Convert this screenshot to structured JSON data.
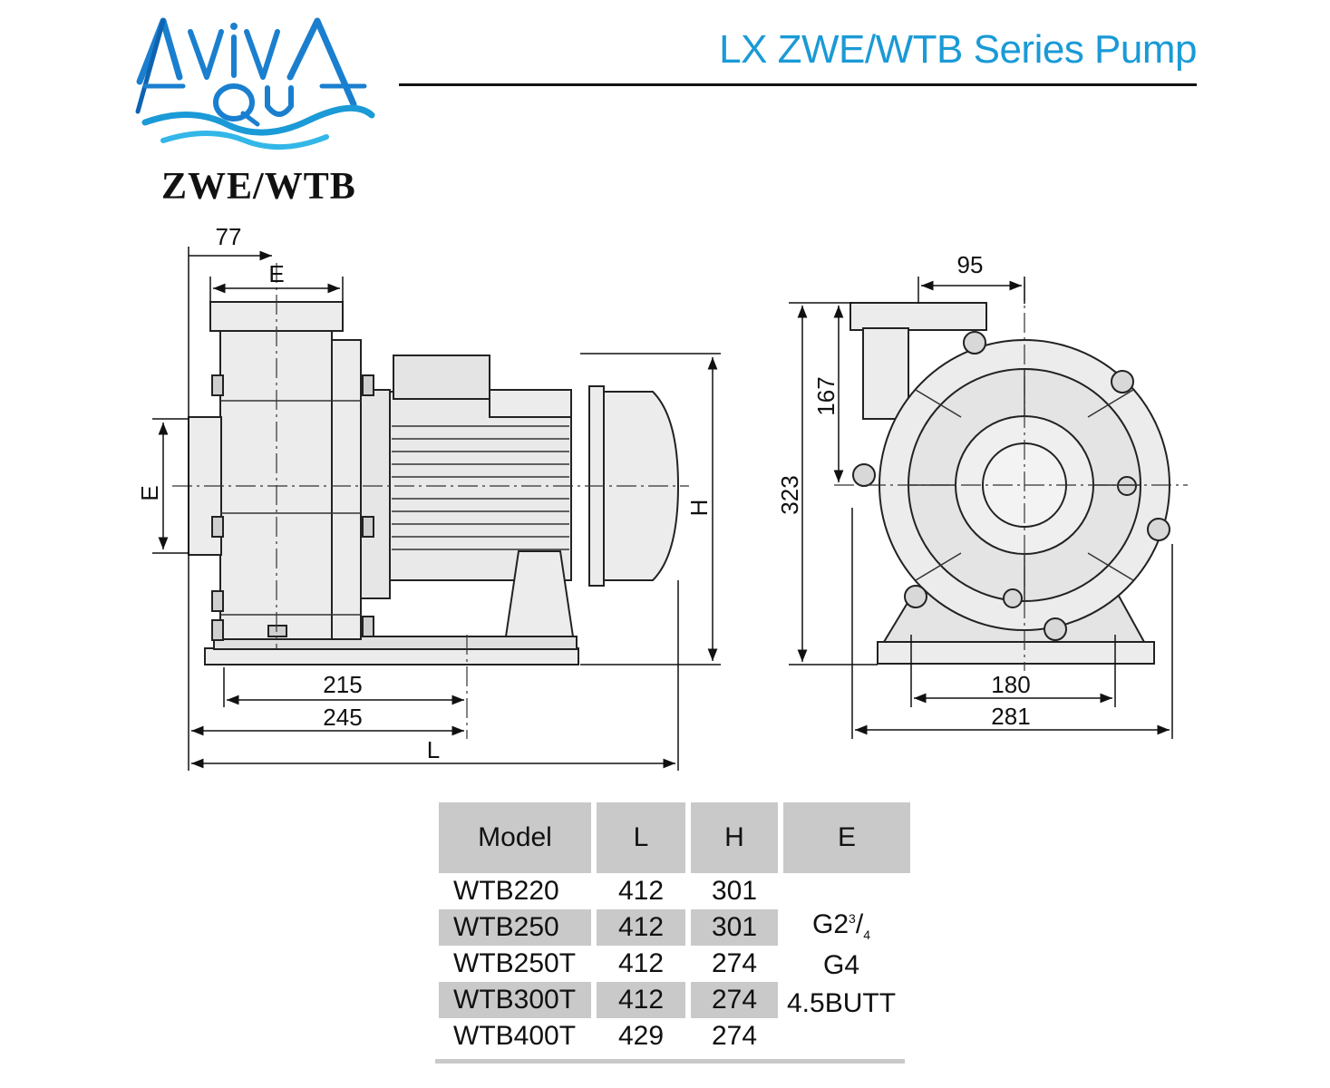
{
  "logo": {
    "top_text": "AVIVA",
    "bottom_text": "QU",
    "colors": {
      "brand": "#1a9ad6",
      "brand_dark": "#0e63b0"
    }
  },
  "header": {
    "title": "LX ZWE/WTB Series Pump",
    "accent": "#1a9ad6"
  },
  "series_label": "ZWE/WTB",
  "side_view": {
    "dims": {
      "top_offset": "77",
      "inlet": "E",
      "outlet": "E",
      "height": "H",
      "base1": "215",
      "base2": "245",
      "length": "L"
    }
  },
  "front_view": {
    "dims": {
      "top_offset": "95",
      "axis_height": "167",
      "total_height": "323",
      "base_inner": "180",
      "base_outer": "281"
    }
  },
  "spec_table": {
    "headers": [
      "Model",
      "L",
      "H",
      "E"
    ],
    "rows": [
      {
        "model": "WTB220",
        "l": "412",
        "h": "301"
      },
      {
        "model": "WTB250",
        "l": "412",
        "h": "301"
      },
      {
        "model": "WTB250T",
        "l": "412",
        "h": "274"
      },
      {
        "model": "WTB300T",
        "l": "412",
        "h": "274"
      },
      {
        "model": "WTB400T",
        "l": "429",
        "h": "274"
      }
    ],
    "e_values": {
      "g1_main": "G2",
      "g1_num": "3",
      "g1_den": "4",
      "g2": "G4",
      "g3": "4.5BUTT"
    },
    "shade_color": "#c9c9c9"
  }
}
